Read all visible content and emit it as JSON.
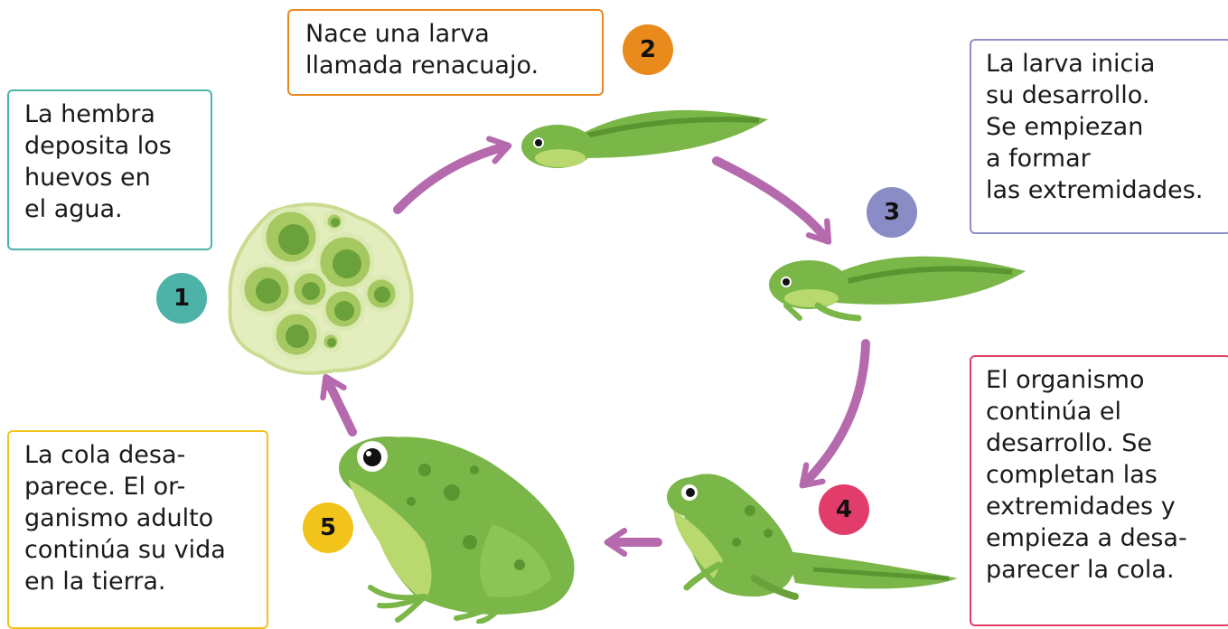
{
  "steps": [
    {
      "number": "1",
      "lines": [
        "La hembra",
        "deposita los",
        "huevos en",
        "el agua."
      ]
    },
    {
      "number": "2",
      "lines": [
        "Nace una larva",
        "llamada renacuajo."
      ]
    },
    {
      "number": "3",
      "lines": [
        "La larva inicia",
        "su desarrollo.",
        "Se empiezan",
        "a formar",
        "las extremidades."
      ]
    },
    {
      "number": "4",
      "lines": [
        "El organismo",
        "continúa el",
        "desarrollo. Se",
        "completan las",
        "extremidades y",
        "empieza a desa-",
        "parecer la cola."
      ]
    },
    {
      "number": "5",
      "lines": [
        "La cola desa-",
        "parece. El or-",
        "ganismo adulto",
        "continúa su vida",
        "en la tierra."
      ]
    }
  ],
  "colors": {
    "step1": "#4db3a8",
    "step2": "#e98a1c",
    "step3": "#8a8cc6",
    "step4": "#e23d6a",
    "step5": "#f2c31a",
    "arrow": "#b66aae",
    "frog_green": "#7ab648",
    "frog_light": "#b9d96f",
    "egg": "#d8e6a6"
  },
  "icons": [
    "egg-cluster-icon",
    "tadpole-icon",
    "tadpole-with-legs-icon",
    "froglet-icon",
    "adult-frog-icon",
    "cycle-arrow-icon"
  ]
}
